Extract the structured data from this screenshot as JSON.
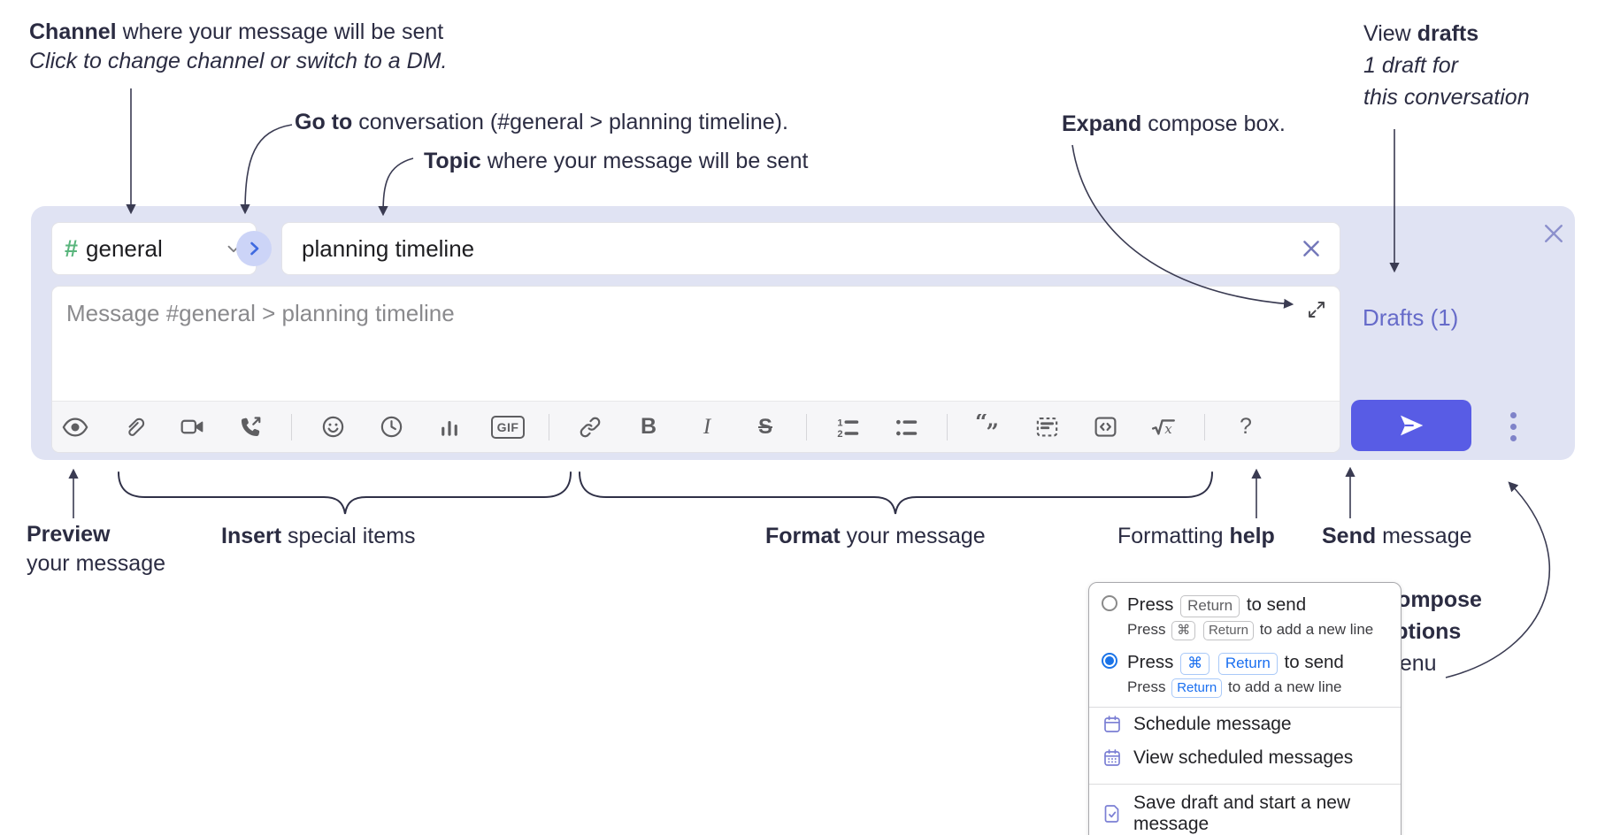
{
  "annotations": {
    "channel": {
      "bold": "Channel",
      "rest": " where your message will be sent",
      "sub": "Click to change channel or switch to a DM."
    },
    "goto": {
      "bold": "Go to",
      "rest": " conversation (#general > planning timeline)."
    },
    "topic": {
      "bold": "Topic",
      "rest": " where your message will be sent"
    },
    "expand": {
      "bold": "Expand",
      "rest": " compose box."
    },
    "view_drafts": {
      "pre": "View ",
      "bold": "drafts",
      "line2": "1 draft for",
      "line3": "this conversation"
    },
    "preview": {
      "bold": "Preview",
      "line2": "your message"
    },
    "insert": {
      "bold": "Insert",
      "rest": " special items"
    },
    "format": {
      "bold": "Format",
      "rest": " your message"
    },
    "formatting_help": {
      "pre": "Formatting ",
      "bold": "help"
    },
    "send": {
      "bold": "Send",
      "rest": " message"
    },
    "compose_options": {
      "line1": "Compose",
      "line2": "options",
      "line3": "menu"
    }
  },
  "composer": {
    "channel": {
      "hash": "#",
      "name": "general"
    },
    "topic_value": "planning timeline",
    "message_placeholder": "Message #general > planning timeline",
    "drafts_label": "Drafts (1)",
    "gif_label": "GIF",
    "bold_label": "B",
    "italic_label": "I",
    "strike_label": "S",
    "help_label": "?",
    "toolbar_icons": [
      "preview-eye",
      "attach-paperclip",
      "video",
      "audio-call",
      "emoji",
      "recent",
      "poll",
      "gif",
      "link",
      "bold",
      "italic",
      "strikethrough",
      "ordered-list",
      "bulleted-list",
      "blockquote",
      "code-block",
      "inline-code",
      "formula",
      "formatting-help"
    ]
  },
  "menu": {
    "option1": {
      "press": "Press",
      "key1": "Return",
      "suffix": "to send",
      "sub_press": "Press",
      "sub_key1": "⌘",
      "sub_key2": "Return",
      "sub_suffix": "to add a new line"
    },
    "option2": {
      "press": "Press",
      "key1": "⌘",
      "key2": "Return",
      "suffix": "to send",
      "sub_press": "Press",
      "sub_key1": "Return",
      "sub_suffix": "to add a new line"
    },
    "items": [
      "Schedule message",
      "View scheduled messages",
      "Save draft and start a new message"
    ]
  },
  "colors": {
    "composer_bg": "#e0e3f3",
    "send_button": "#585ce5",
    "drafts_link": "#666bc9",
    "hash_green": "#59b57c",
    "radio_selected": "#1a73e8",
    "menu_icon_purple": "#7b7fd4",
    "annotation_text": "#2b2c42"
  }
}
